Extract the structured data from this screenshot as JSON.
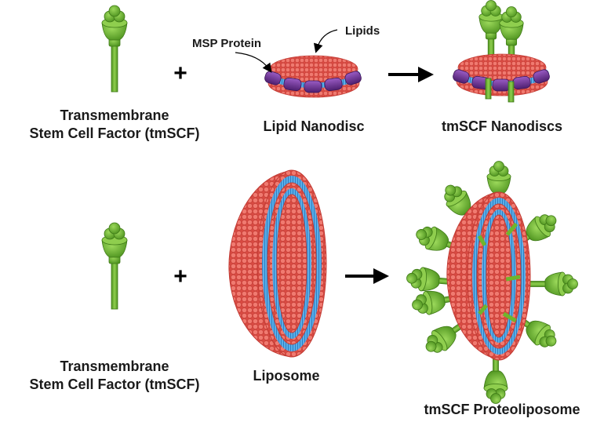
{
  "row1": {
    "left_label": [
      "Transmembrane",
      "Stem Cell Factor (tmSCF)"
    ],
    "plus": "+",
    "middle_label": "Lipid Nanodisc",
    "callout_msp": "MSP Protein",
    "callout_lipids": "Lipids",
    "right_label": "tmSCF Nanodiscs"
  },
  "row2": {
    "left_label": [
      "Transmembrane",
      "Stem Cell Factor (tmSCF)"
    ],
    "plus": "+",
    "middle_label": "Liposome",
    "right_label": "tmSCF Proteoliposome"
  },
  "colors": {
    "protein_green": "#6fb52c",
    "protein_dark": "#4d8a1a",
    "lipid_head": "#e8574f",
    "lipid_tail": "#3a8fd6",
    "msp_purple": "#6a2c91",
    "arrow": "#000000"
  }
}
